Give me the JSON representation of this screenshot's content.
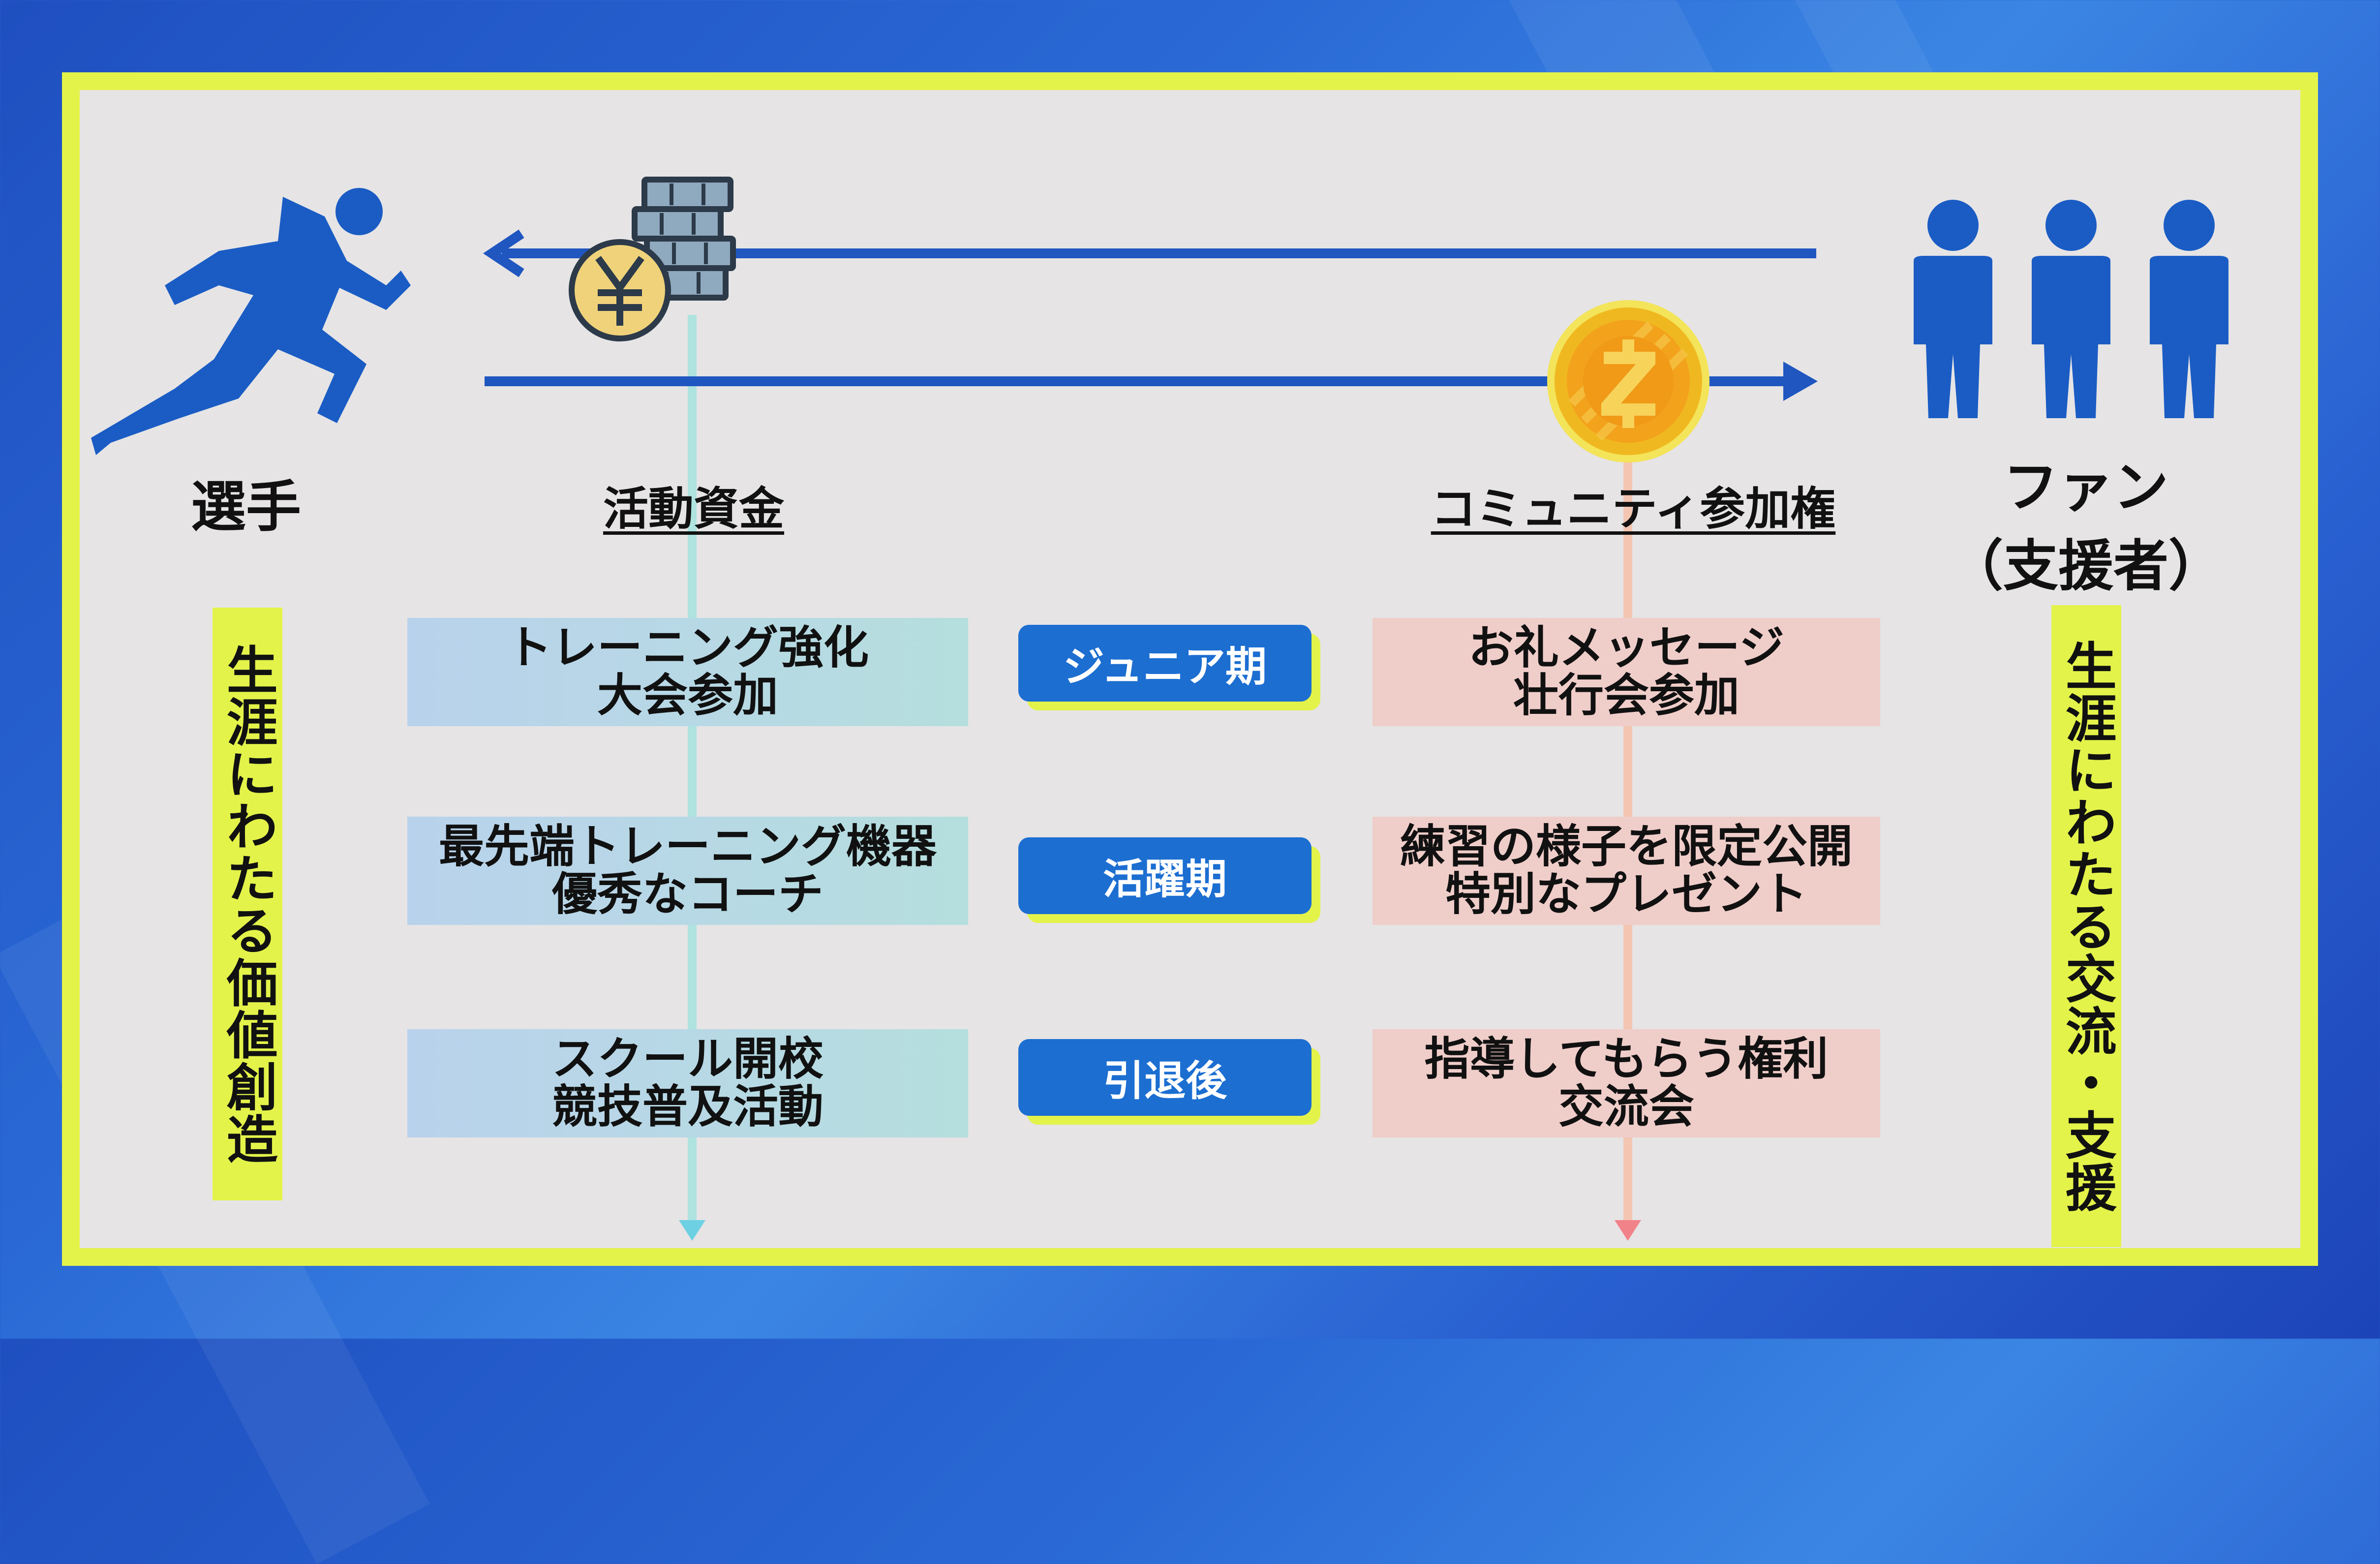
{
  "colors": {
    "accent_yellow": "#e3f34a",
    "brand_blue": "#1c6ed1",
    "arrow_blue": "#1f56c0",
    "left_line": "#aee3e0",
    "right_line": "#f3c6b2",
    "panel_bg": "#e6e4e5"
  },
  "icons": {
    "player": "runner-icon",
    "fans": "people-group-icon",
    "funds": "yen-coin-stack-icon",
    "token": "gold-coin-icon"
  },
  "player": {
    "label": "選手",
    "vertical": "生涯にわたる価値創造"
  },
  "fan": {
    "label_line1": "ファン",
    "label_line2": "（支援者）",
    "vertical": "生涯にわたる交流・支援"
  },
  "flows": {
    "left_header": "活動資金",
    "right_header": "コミュニティ参加権"
  },
  "stages": [
    {
      "phase": "ジュニア期",
      "left_line1": "トレーニング強化",
      "left_line2": "大会参加",
      "right_line1": "お礼メッセージ",
      "right_line2": "壮行会参加"
    },
    {
      "phase": "活躍期",
      "left_line1": "最先端トレーニング機器",
      "left_line2": "優秀なコーチ",
      "right_line1": "練習の様子を限定公開",
      "right_line2": "特別なプレゼント"
    },
    {
      "phase": "引退後",
      "left_line1": "スクール開校",
      "left_line2": "競技普及活動",
      "right_line1": "指導してもらう権利",
      "right_line2": "交流会"
    }
  ]
}
